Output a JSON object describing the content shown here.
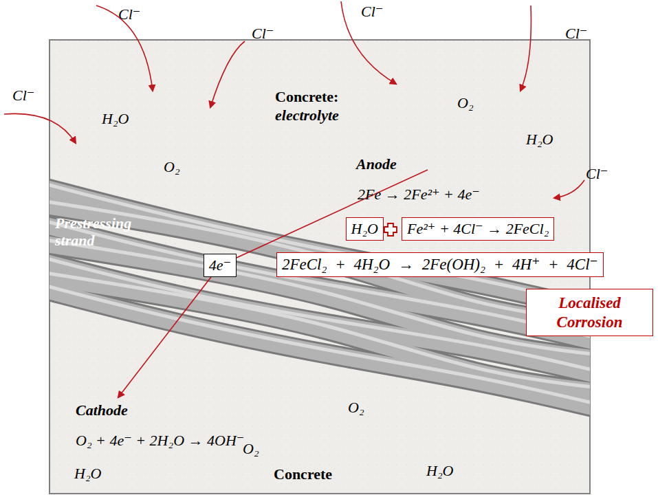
{
  "diagram": {
    "nodes": [
      {
        "text": [
          "4e⁻"
        ]
      },
      {
        "text": [
          "H₂O"
        ]
      },
      {
        "text": [
          "Fe²⁺ + 4Cl⁻ → 2FeCl₂"
        ]
      },
      {
        "text": [
          "2FeCl₂ + 4H₂O → 2Fe(OH)₂ + 4H⁺ + 4Cl⁻"
        ]
      },
      {
        "text": [
          "Localised Corrosion"
        ]
      }
    ],
    "labels": [
      "Cl⁻",
      "Cl⁻",
      "Cl⁻",
      "Cl⁻",
      "Cl⁻",
      "Concrete:",
      "electrolyte",
      "O₂",
      "H₂O",
      "H₂O",
      "O₂",
      "Anode",
      "2Fe → 2Fe²⁺ + 4e⁻",
      "Cl⁻",
      "Prestressing strand",
      "Cathode",
      "O₂ + 4e⁻ + 2H₂O → 4OH⁻",
      "O₂",
      "O₂",
      "H₂O",
      "H₂O",
      "Concrete"
    ]
  }
}
